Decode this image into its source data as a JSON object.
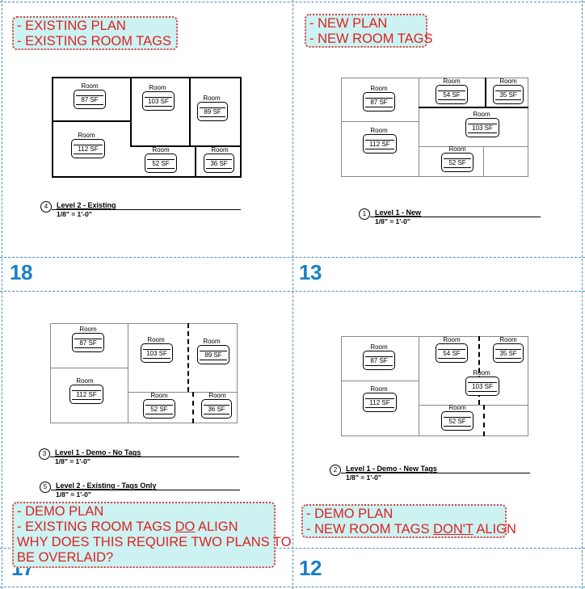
{
  "colors": {
    "divider": "#4a8fc4",
    "sheet_number": "#1a7fc4",
    "cloud_fill": "#ccf2f2",
    "cloud_text": "#e02020"
  },
  "notes": {
    "q1": [
      "- EXISTING PLAN",
      "- EXISTING ROOM TAGS"
    ],
    "q2": [
      "- NEW PLAN",
      "- NEW ROOM TAGS"
    ],
    "q3": {
      "line1": "- DEMO PLAN",
      "line2_pre": "- EXISTING ROOM TAGS ",
      "line2_u": "DO",
      "line2_post": " ALIGN",
      "line3": "WHY DOES THIS REQUIRE TWO PLANS TO",
      "line4": "BE OVERLAID?"
    },
    "q4": {
      "line1": "- DEMO PLAN",
      "line2_pre": "- NEW ROOM TAGS ",
      "line2_u": "DON'T",
      "line2_post": " ALIGN"
    }
  },
  "sheet_numbers": {
    "q1": "18",
    "q2": "13",
    "q3": "17",
    "q4": "12"
  },
  "room_label": "Room",
  "views": {
    "v4": {
      "num": "4",
      "name": "Level 2 - Existing",
      "scale": "1/8\" = 1'-0\""
    },
    "v1": {
      "num": "1",
      "name": "Level 1 - New",
      "scale": "1/8\" = 1'-0\""
    },
    "v3": {
      "num": "3",
      "name": "Level 1 - Demo - No Tags",
      "scale": "1/8\" = 1'-0\""
    },
    "v5": {
      "num": "5",
      "name": "Level 2 - Existing - Tags Only",
      "scale": "1/8\" = 1'-0\""
    },
    "v2": {
      "num": "2",
      "name": "Level 1 - Demo - New Tags",
      "scale": "1/8\" = 1'-0\""
    }
  },
  "areas": {
    "existing": [
      "87 SF",
      "103 SF",
      "89 SF",
      "112 SF",
      "52 SF",
      "36 SF"
    ],
    "new": [
      "87 SF",
      "54 SF",
      "35 SF",
      "103 SF",
      "112 SF",
      "52 SF"
    ],
    "demo_existing": [
      "87 SF",
      "103 SF",
      "89 SF",
      "112 SF",
      "52 SF",
      "36 SF"
    ],
    "demo_new": [
      "87 SF",
      "54 SF",
      "35 SF",
      "103 SF",
      "112 SF",
      "52 SF"
    ]
  }
}
